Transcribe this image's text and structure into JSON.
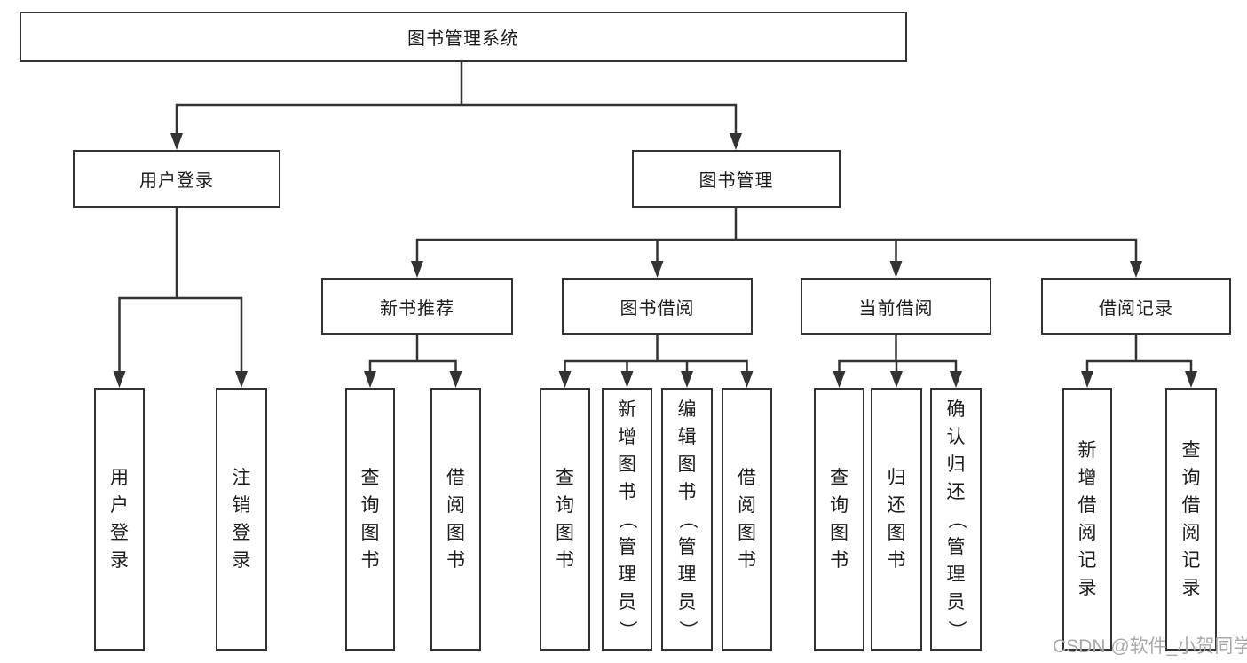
{
  "tree": {
    "root": "图书管理系统",
    "branches": [
      {
        "label": "用户登录",
        "children": [
          "用户登录",
          "注销登录"
        ]
      },
      {
        "label": "图书管理",
        "groups": [
          {
            "label": "新书推荐",
            "children": [
              "查询图书",
              "借阅图书"
            ]
          },
          {
            "label": "图书借阅",
            "children": [
              "查询图书",
              "新增图书（管理员）",
              "编辑图书（管理员）",
              "借阅图书"
            ]
          },
          {
            "label": "当前借阅",
            "children": [
              "查询图书",
              "归还图书",
              "确认归还（管理员）"
            ]
          },
          {
            "label": "借阅记录",
            "children": [
              "新增借阅记录",
              "查询借阅记录"
            ]
          }
        ]
      }
    ]
  },
  "watermark": "CSDN @软件_小贺同学",
  "colors": {
    "line": "#333333",
    "box_border": "#333333",
    "text": "#1c1c1c",
    "watermark": "#a9a9a9",
    "background": "#ffffff"
  }
}
